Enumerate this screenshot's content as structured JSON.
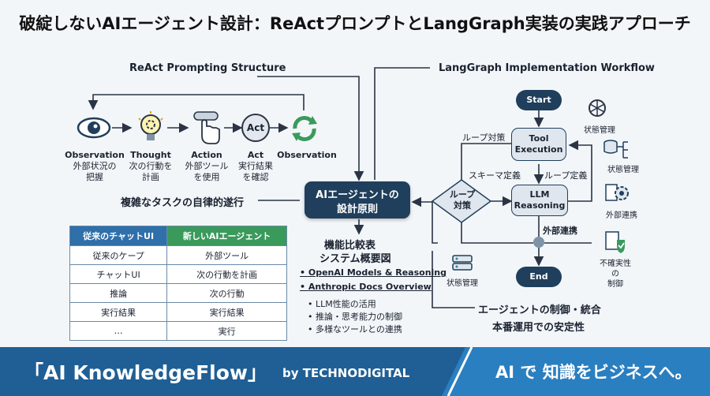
{
  "title": "破綻しないAIエージェント設計：ReActプロンプトとLangGraph実装の実践アプローチ",
  "react": {
    "heading": "ReAct Prompting Structure",
    "steps": [
      {
        "en": "Observation",
        "jp1": "外部状況の",
        "jp2": "把握",
        "icon": "eye-icon"
      },
      {
        "en": "Thought",
        "jp1": "次の行動を",
        "jp2": "計画",
        "icon": "lightbulb-gear-icon"
      },
      {
        "en": "Action",
        "jp1": "外部ツール",
        "jp2": "を使用",
        "icon": "hand-pointer-icon"
      },
      {
        "en": "Act",
        "jp1": "実行結果",
        "jp2": "を確認",
        "icon": "act-circle-icon",
        "badge": "Act"
      },
      {
        "en": "Observation",
        "jp1": "",
        "jp2": "",
        "icon": "refresh-cycle-icon"
      }
    ],
    "autonomy": "複雑なタスクの自律的遂行"
  },
  "center": {
    "line1": "AIエージェントの",
    "line2": "設計原則"
  },
  "table": {
    "headers": [
      "従来のチャットUI",
      "新しいAIエージェント"
    ],
    "rows": [
      [
        "従来のケープ",
        "外部ツール"
      ],
      [
        "チャットUI",
        "次の行動を計画"
      ],
      [
        "推論",
        "次の行動"
      ],
      [
        "実行結果",
        "実行結果"
      ],
      [
        "…",
        "実行"
      ]
    ]
  },
  "docs": {
    "heading1": "機能比較表",
    "heading2": "システム概要図",
    "links": [
      "OpenAI Models & Reasoning",
      "Anthropic Docs Overview"
    ],
    "bullets": [
      "LLM性能の活用",
      "推論・思考能力の制御",
      "多様なツールとの連携"
    ]
  },
  "langgraph": {
    "heading": "LangGraph Implementation Workflow",
    "start": "Start",
    "end": "End",
    "tool_line1": "Tool",
    "tool_line2": "Execution",
    "llm_line1": "LLM",
    "llm_line2": "Reasoning",
    "loop_line1": "ループ",
    "loop_line2": "対策",
    "labels": {
      "loop_measure": "ループ対策",
      "schema": "スキーマ定義",
      "loop_def": "ループ定義",
      "external": "外部連携",
      "state_left": "状態管理"
    },
    "side": {
      "state1": "状態管理",
      "state2": "状態管理",
      "external": "外部連携",
      "uncertain1": "不確実性の",
      "uncertain2": "制御"
    },
    "control": "エージェントの制御・統合",
    "stability": "本番運用での安定性"
  },
  "footer": {
    "brand": "「AI KnowledgeFlow」",
    "by": "by TECHNODIGITAL",
    "tagline": "AI で 知識をビジネスへ。"
  },
  "colors": {
    "navy": "#1f3f5c",
    "teal": "#2e8f8a",
    "green": "#3a9a5c",
    "footer": "#1f5f95"
  }
}
